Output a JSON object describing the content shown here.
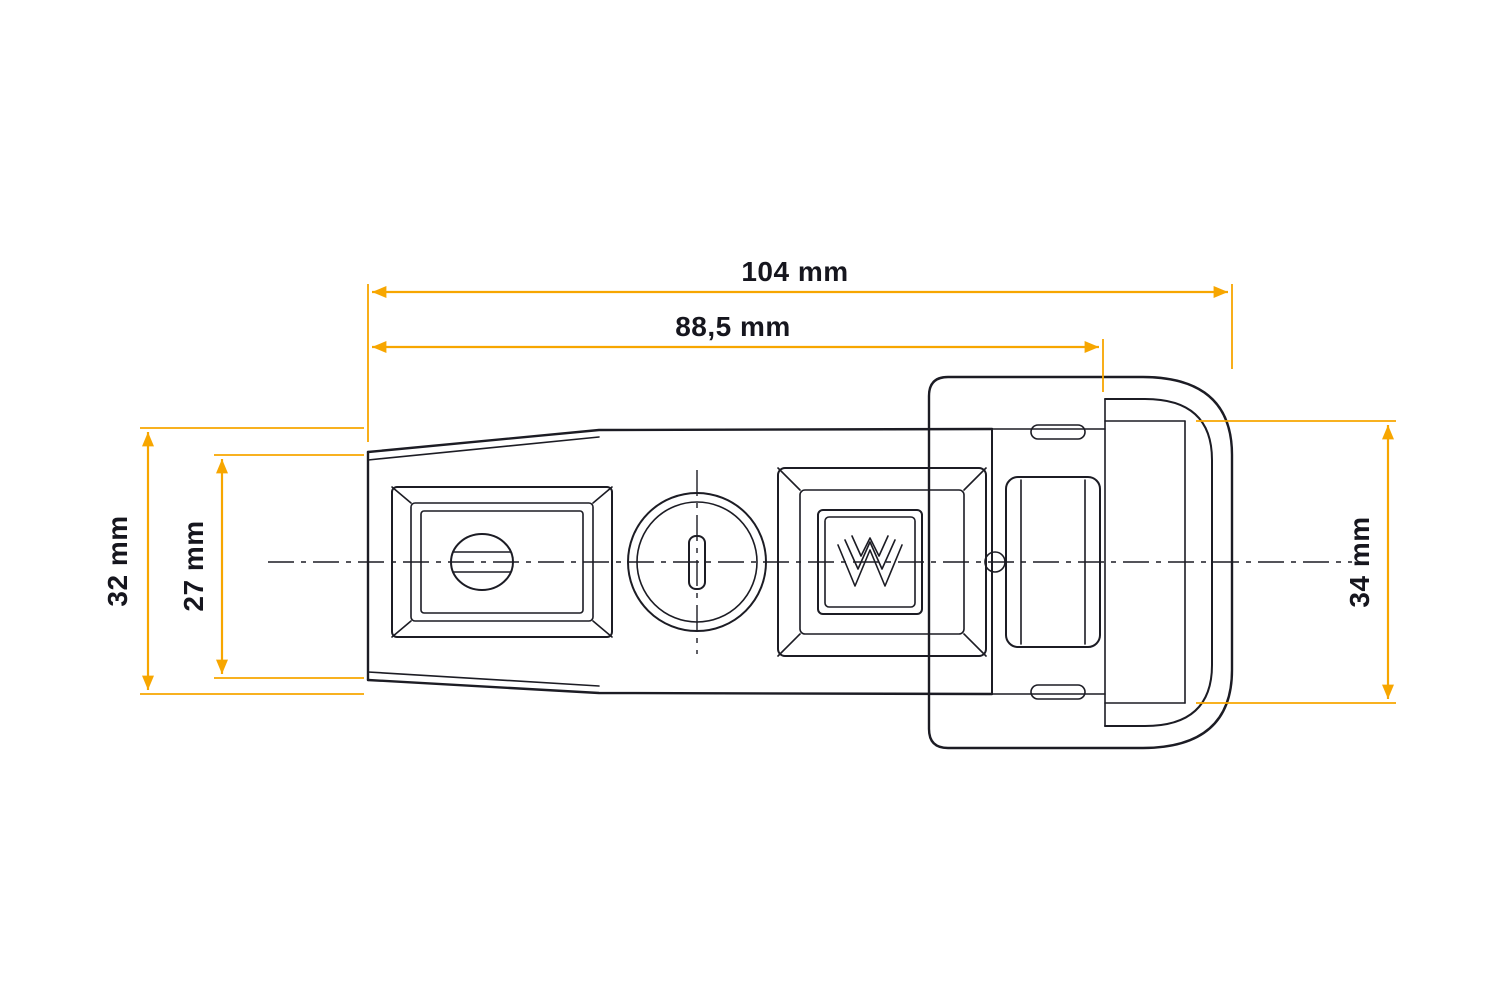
{
  "page": {
    "background": "#FFFFFF"
  },
  "colors": {
    "dimension_accent": "#F7A600",
    "drawing_line": "#1C1C24",
    "label_text": "#16161E"
  },
  "drawing": {
    "type": "technical-drawing-top-view",
    "dimensions": {
      "total_length": {
        "label": "104 mm",
        "value": 104,
        "unit": "mm",
        "orientation": "horizontal"
      },
      "upper_length": {
        "label": "88,5 mm",
        "value": 88.5,
        "unit": "mm",
        "orientation": "horizontal"
      },
      "left_outer_height": {
        "label": "32 mm",
        "value": 32,
        "unit": "mm",
        "orientation": "vertical"
      },
      "left_inner_height": {
        "label": "27 mm",
        "value": 27,
        "unit": "mm",
        "orientation": "vertical"
      },
      "right_height": {
        "label": "34 mm",
        "value": 34,
        "unit": "mm",
        "orientation": "vertical"
      }
    }
  }
}
